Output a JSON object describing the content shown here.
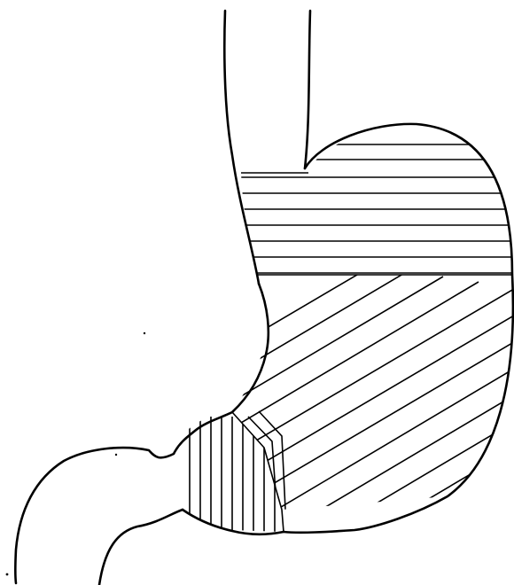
{
  "figure": {
    "subject": "",
    "regions": [
      {
        "id": "fundus",
        "hatch": "horizontal"
      },
      {
        "id": "body",
        "hatch": "diagonal"
      },
      {
        "id": "antrum",
        "hatch": "chevron"
      },
      {
        "id": "pylorus",
        "hatch": "vertical"
      }
    ],
    "colors": {
      "line": "#000000",
      "background": "#ffffff"
    }
  }
}
